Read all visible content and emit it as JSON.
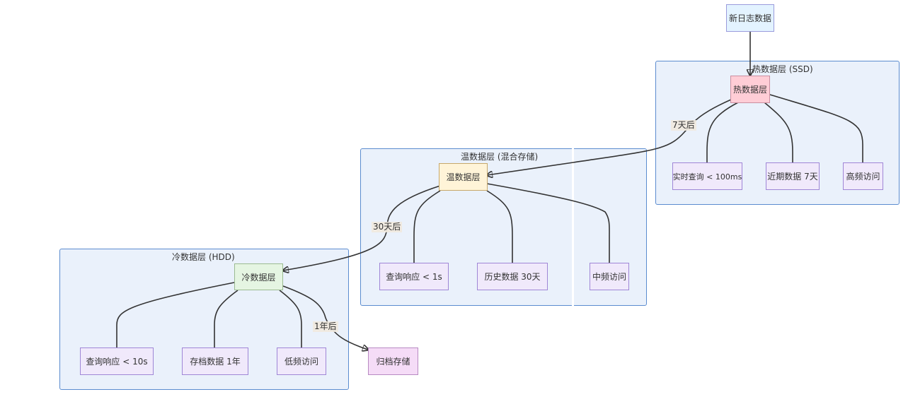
{
  "nodes": {
    "new_log": "新日志数据",
    "hot_layer": "热数据层",
    "hot_query": "实时查询 < 100ms",
    "hot_recent": "近期数据 7天",
    "hot_freq": "高频访问",
    "warm_layer": "温数据层",
    "warm_query": "查询响应 < 1s",
    "warm_history": "历史数据 30天",
    "warm_freq": "中频访问",
    "cold_layer": "冷数据层",
    "cold_query": "查询响应 < 10s",
    "cold_archive": "存档数据 1年",
    "cold_freq": "低频访问",
    "archive_storage": "归档存储"
  },
  "clusters": {
    "hot": "热数据层 (SSD)",
    "warm": "温数据层 (混合存储)",
    "cold": "冷数据层 (HDD)"
  },
  "edge_labels": {
    "hot_to_warm": "7天后",
    "warm_to_cold": "30天后",
    "cold_to_archive": "1年后"
  },
  "colors": {
    "cluster_fill": "#eaf1fb",
    "cluster_border": "#5b8ccf",
    "hot": "#ffcdd6",
    "warm": "#fff4d8",
    "cold": "#e5f5e2",
    "archive": "#f5dcf7",
    "source": "#e3f3ff",
    "leaf": "#f0e9fb"
  }
}
